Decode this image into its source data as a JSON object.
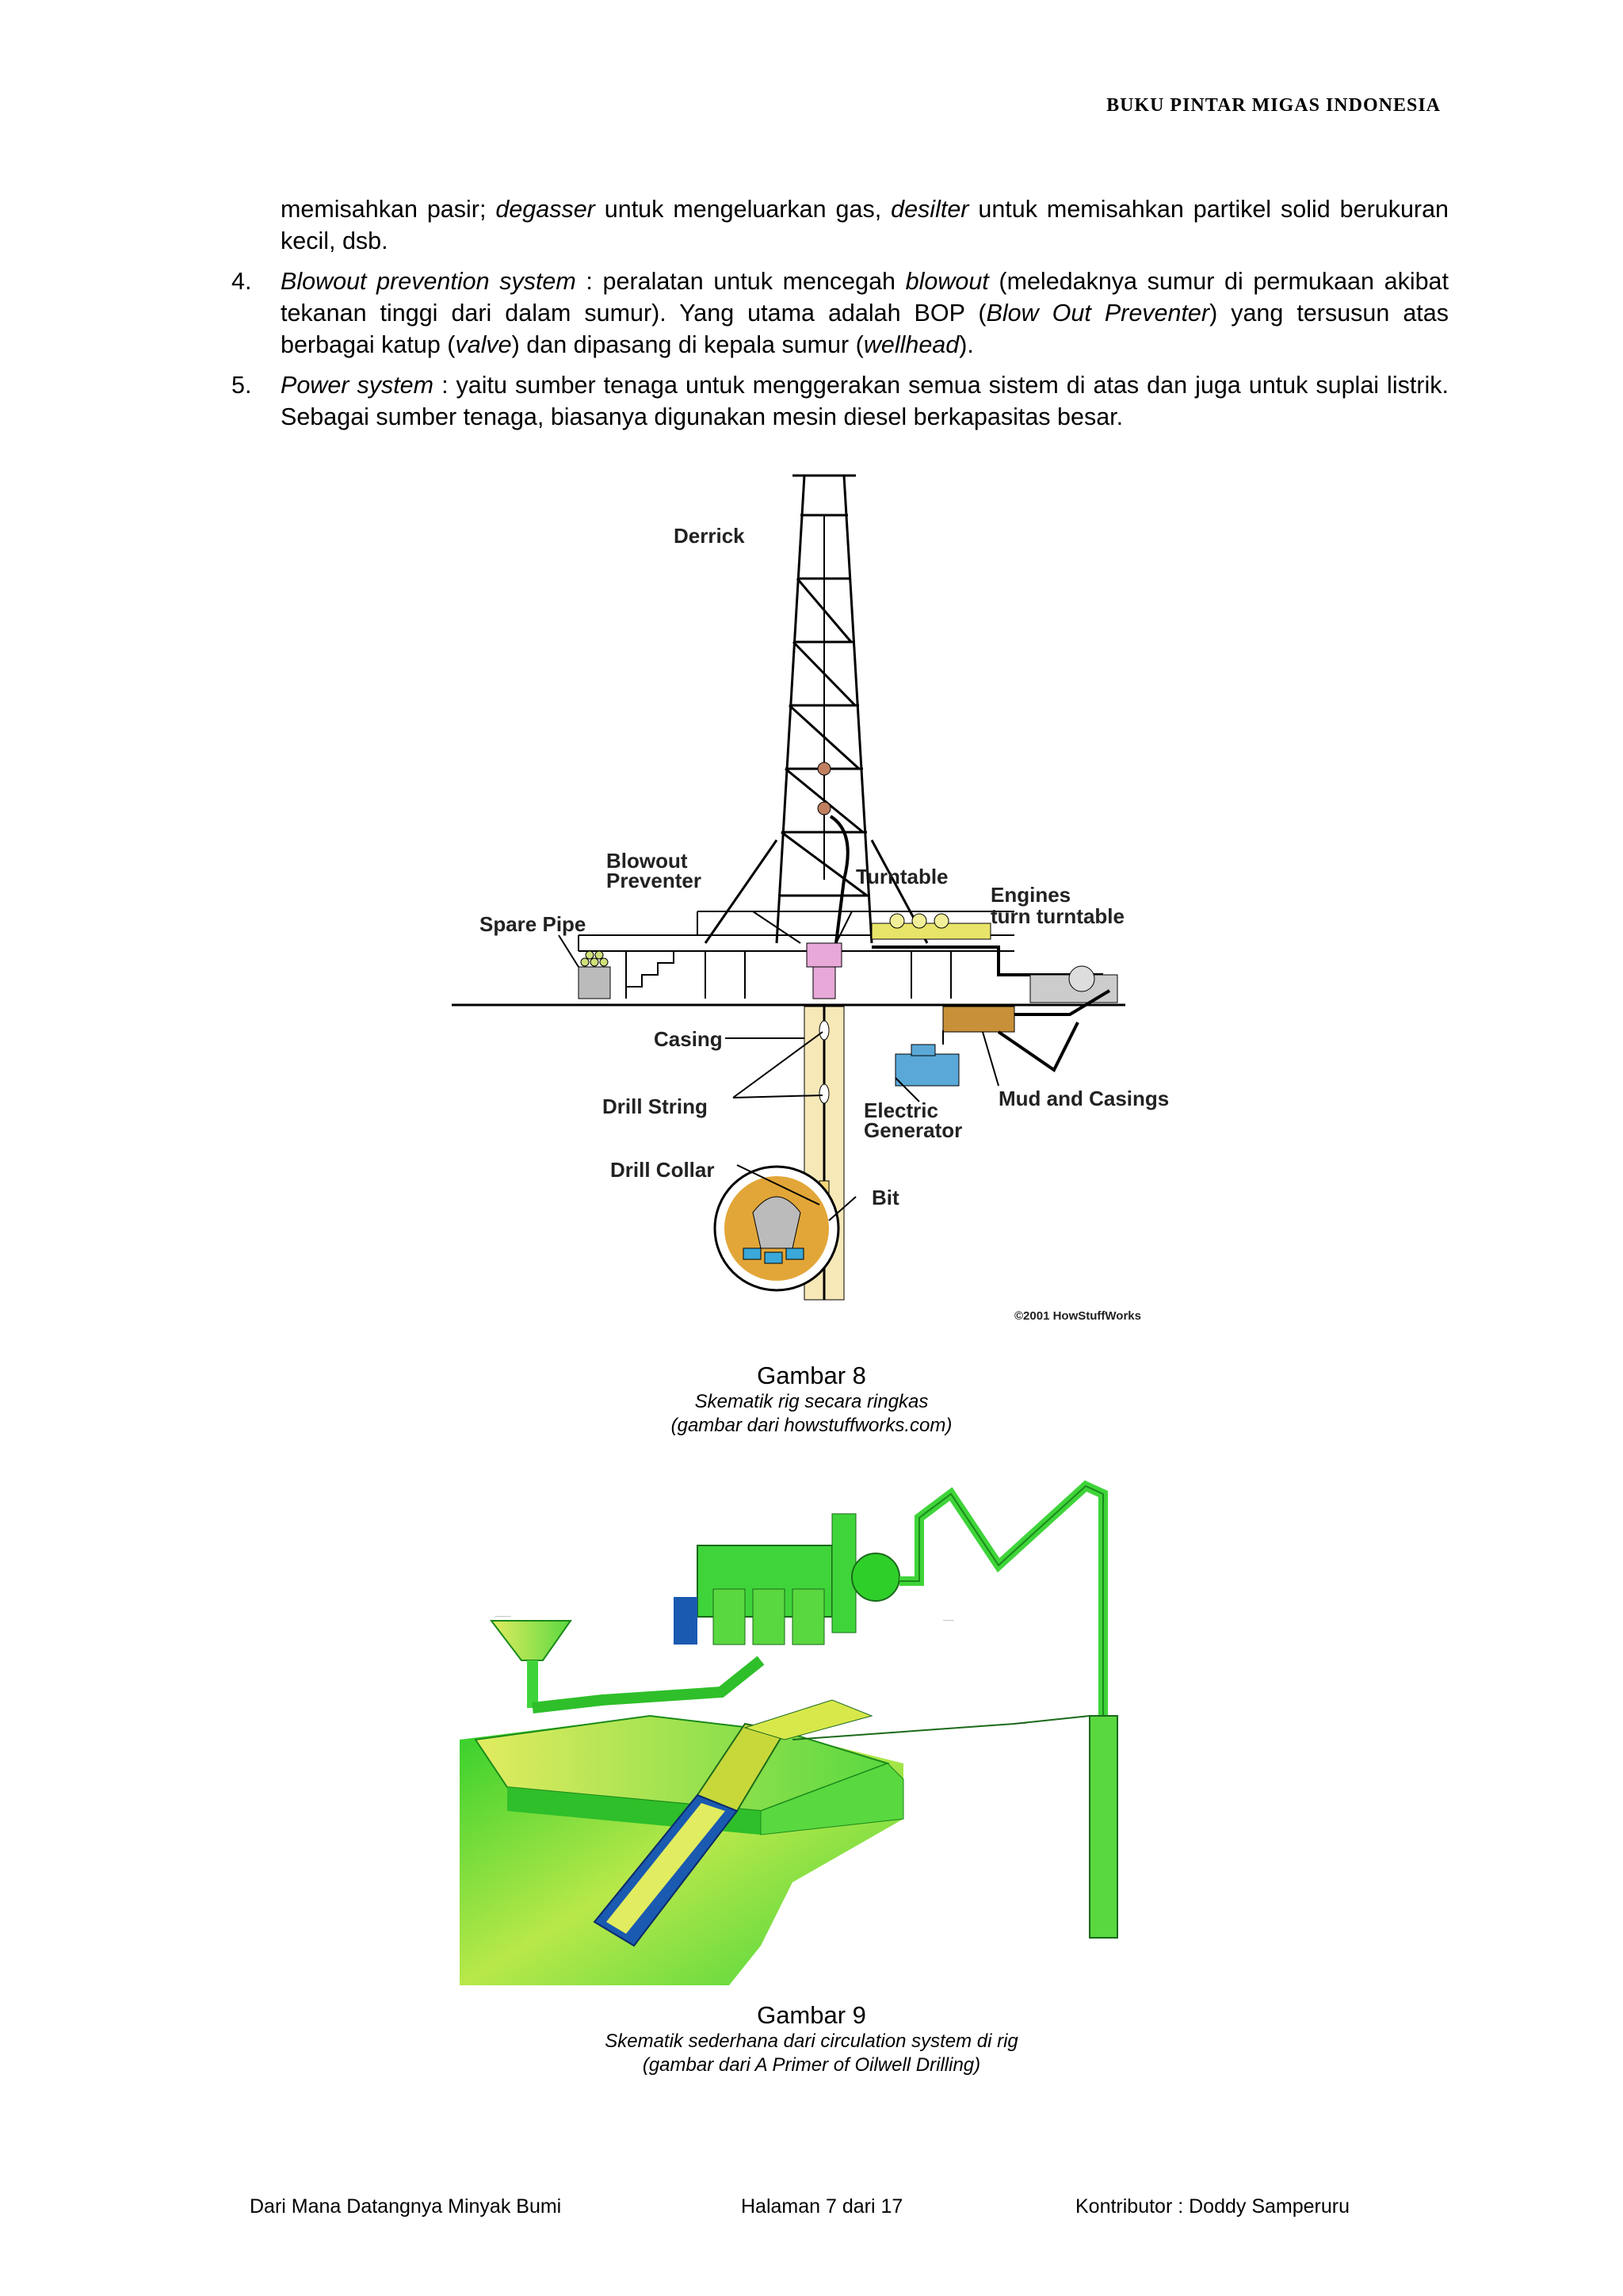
{
  "header": {
    "title": "BUKU PINTAR MIGAS INDONESIA"
  },
  "intro": {
    "t1": "memisahkan pasir; ",
    "t2": "degasser",
    "t3": " untuk mengeluarkan gas, ",
    "t4": "desilter",
    "t5": " untuk memisahkan partikel solid berukuran kecil, dsb."
  },
  "item4": {
    "num": "4.",
    "t1": "Blowout prevention system",
    "t2": " : peralatan untuk mencegah ",
    "t3": "blowout",
    "t4": " (meledaknya sumur di permukaan akibat tekanan tinggi dari dalam sumur). Yang utama adalah BOP (",
    "t5": "Blow Out Preventer",
    "t6": ") yang tersusun atas berbagai katup (",
    "t7": "valve",
    "t8": ") dan dipasang di kepala sumur (",
    "t9": "wellhead",
    "t10": ")."
  },
  "item5": {
    "num": "5.",
    "t1": "Power system",
    "t2": " : yaitu sumber tenaga untuk menggerakan semua sistem di atas dan juga untuk suplai listrik. Sebagai sumber tenaga, biasanya digunakan mesin diesel berkapasitas besar."
  },
  "fig8": {
    "labels": {
      "derrick": "Derrick",
      "blowout": "Blowout",
      "preventer": "Preventer",
      "turntable": "Turntable",
      "engines": "Engines",
      "turn_turntable": "turn turntable",
      "spare_pipe": "Spare Pipe",
      "casing": "Casing",
      "drill_string": "Drill String",
      "electric": "Electric",
      "generator": "Generator",
      "mud_casings": "Mud and Casings",
      "drill_collar": "Drill Collar",
      "bit": "Bit",
      "copyright": "©2001 HowStuffWorks"
    },
    "title": "Gambar 8",
    "sub1": "Skematik rig secara ringkas",
    "sub2": "(gambar dari howstuffworks.com)"
  },
  "fig9": {
    "title": "Gambar 9",
    "sub1": "Skematik sederhana dari circulation system di rig",
    "sub2": "(gambar dari  A Primer of Oilwell Drilling)"
  },
  "footer": {
    "left": "Dari Mana Datangnya Minyak Bumi",
    "center": "Halaman 7 dari 17",
    "right": "Kontributor : Doddy Samperuru"
  },
  "colors": {
    "green": "#3fd43a",
    "yellow": "#d9e64a",
    "blue": "#4aa8d8",
    "tan": "#f5e6b0",
    "brown": "#b07a2a"
  }
}
